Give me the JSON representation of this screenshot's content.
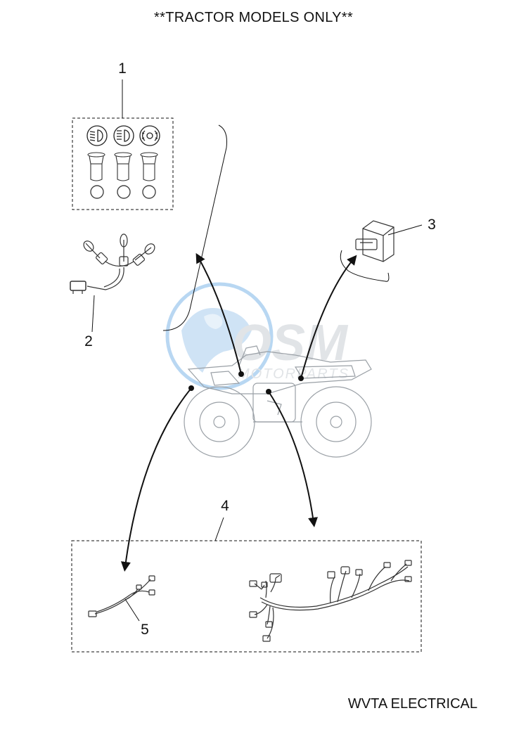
{
  "header": {
    "title": "**TRACTOR MODELS ONLY**"
  },
  "footer": {
    "title": "WVTA ELECTRICAL"
  },
  "callouts": [
    "1",
    "2",
    "3",
    "4",
    "5"
  ],
  "watermark": {
    "text": "MOTORPARTS",
    "icon": "globe-icon"
  },
  "colors": {
    "line": "#111111",
    "watermark_blue": "#3b8fd8",
    "watermark_gray": "#c9ced4"
  }
}
